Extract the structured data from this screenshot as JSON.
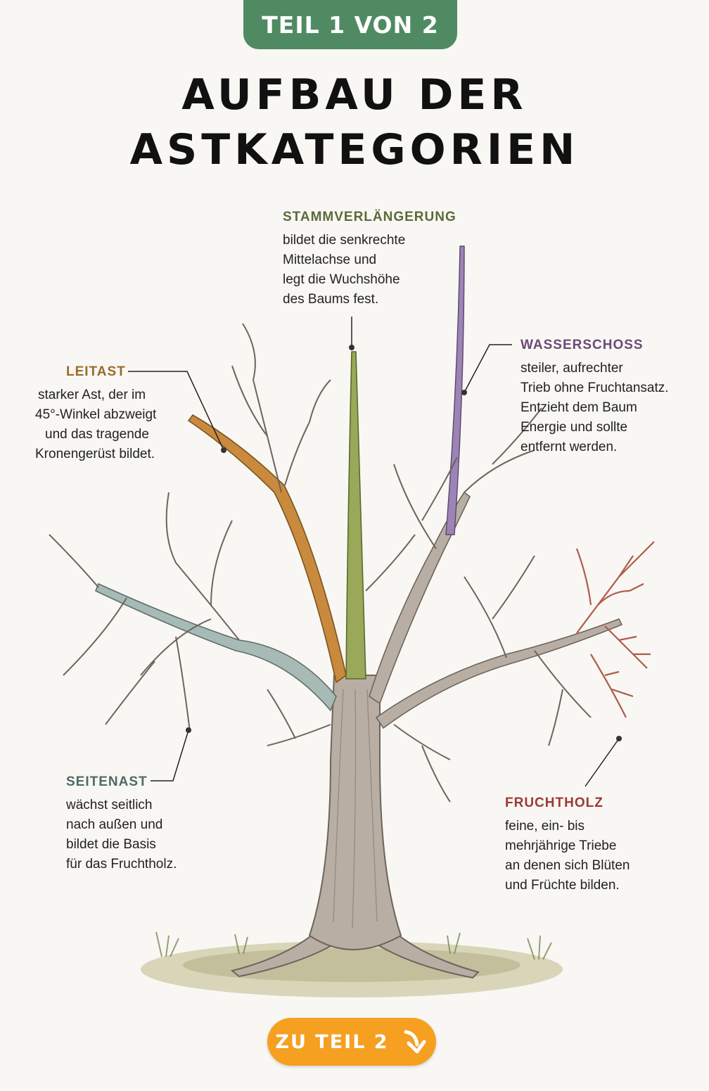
{
  "badge": {
    "label": "TEIL 1 VON 2"
  },
  "title": {
    "line1": "AUFBAU DER",
    "line2": "ASTKATEGORIEN"
  },
  "labels": {
    "stammverlaengerung": {
      "heading": "STAMMVERLÄNGERUNG",
      "lines": [
        "bildet die senkrechte",
        "Mittelachse und",
        "legt die Wuchshöhe",
        "des Baums fest."
      ],
      "color": "#5a6a3a"
    },
    "leitast": {
      "heading": "LEITAST",
      "lines": [
        "starker Ast, der im",
        "45°-Winkel abzweigt",
        "und das tragende",
        "Kronengerüst bildet."
      ],
      "color": "#9a6a2a"
    },
    "wasserschoss": {
      "heading": "WASSERSCHOSS",
      "lines": [
        "steiler, aufrechter",
        "Trieb ohne Fruchtansatz.",
        "Entzieht dem Baum",
        "Energie und sollte",
        "entfernt werden."
      ],
      "color": "#6b4a78"
    },
    "seitenast": {
      "heading": "SEITENAST",
      "lines": [
        "wächst seitlich",
        "nach außen und",
        "bildet die Basis",
        "für das Fruchtholz."
      ],
      "color": "#4e6a66"
    },
    "fruchtholz": {
      "heading": "FRUCHTHOLZ",
      "lines": [
        "feine, ein- bis",
        "mehrjährige Triebe",
        "an denen sich Blüten",
        "und Früchte bilden."
      ],
      "color": "#9c3a34"
    }
  },
  "navigation": {
    "next_label": "ZU TEIL 2",
    "next_icon": "arrow-down-right-icon"
  },
  "colors": {
    "badge": "#4f8a63",
    "button": "#f5a021",
    "trunk": "#b9aea3",
    "leitast": "#c98a3e",
    "stamm": "#9aa85a",
    "wasser": "#9c84b4",
    "seitenast": "#a8bab6",
    "fruchtholz": "#b56a5e"
  }
}
